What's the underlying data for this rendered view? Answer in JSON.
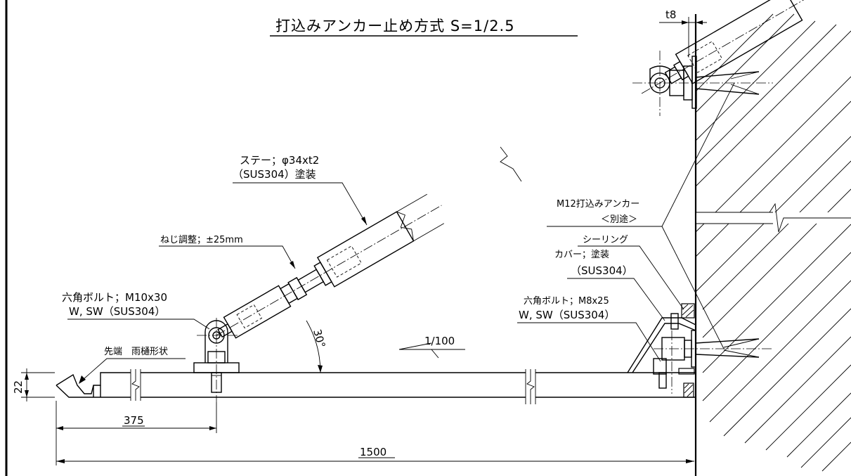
{
  "title": "打込みアンカー止め方式 S=1/2.5",
  "labels": {
    "stay_line1": "ステー；φ34xt2",
    "stay_line2": "（SUS304）塗装",
    "screw_adjust": "ねじ調整；±25mm",
    "hex_bolt_left_line1": "六角ボルト；M10x30",
    "hex_bolt_left_line2": "W, SW（SUS304）",
    "tip_label": "先端　雨樋形状",
    "angle": "30°",
    "slope": "1/100",
    "anchor_line1": "M12打込みアンカー",
    "anchor_line2": "＜別途＞",
    "sealing": "シーリング",
    "cover_line1": "カバー；塗装",
    "cover_line2": "（SUS304）",
    "hex_bolt_right_line1": "六角ボルト；M8x25",
    "hex_bolt_right_line2": "W, SW（SUS304）",
    "plate_thickness": "t8"
  },
  "dimensions": {
    "thickness": "22",
    "bracket_offset": "375",
    "overall_length": "1500"
  }
}
